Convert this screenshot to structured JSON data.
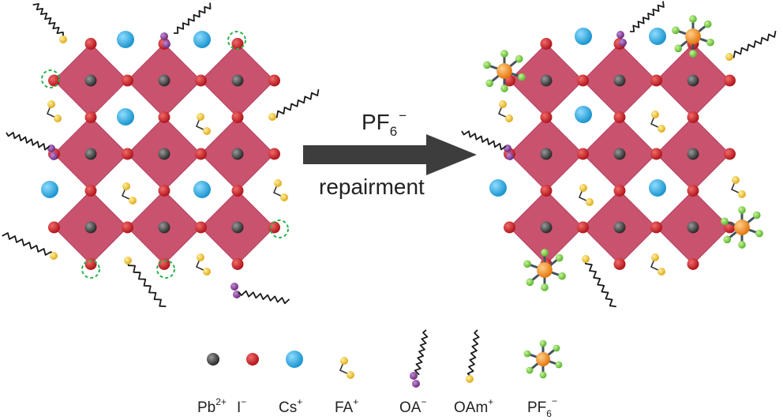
{
  "arrow": {
    "top_label": "PF",
    "top_label_sub": "6",
    "top_label_sup": "−",
    "bottom_label": "repairment"
  },
  "legend": [
    {
      "icon": "pb-ion-icon",
      "label": "Pb",
      "sup": "2+",
      "sub": ""
    },
    {
      "icon": "i-ion-icon",
      "label": "I",
      "sup": "−",
      "sub": ""
    },
    {
      "icon": "cs-ion-icon",
      "label": "Cs",
      "sup": "+",
      "sub": ""
    },
    {
      "icon": "fa-ion-icon",
      "label": "FA",
      "sup": "+",
      "sub": ""
    },
    {
      "icon": "oa-ligand-icon",
      "label": "OA",
      "sup": "−",
      "sub": ""
    },
    {
      "icon": "oam-ligand-icon",
      "label": "OAm",
      "sup": "+",
      "sub": ""
    },
    {
      "icon": "pf6-ion-icon",
      "label": "PF",
      "sup": "−",
      "sub": "6"
    }
  ],
  "colors": {
    "octahedron": "#c9526f",
    "pb": "#3a3a3a",
    "iodide": "#c41f24",
    "cesium": "#2aa9e0",
    "fa": "#f2c12e",
    "oa_head": "#7b3b8f",
    "pf6_center": "#f08c1e",
    "pf6_f": "#7ccf4a",
    "vacancy": "#2bb34a",
    "arrow": "#3d3d3d"
  }
}
